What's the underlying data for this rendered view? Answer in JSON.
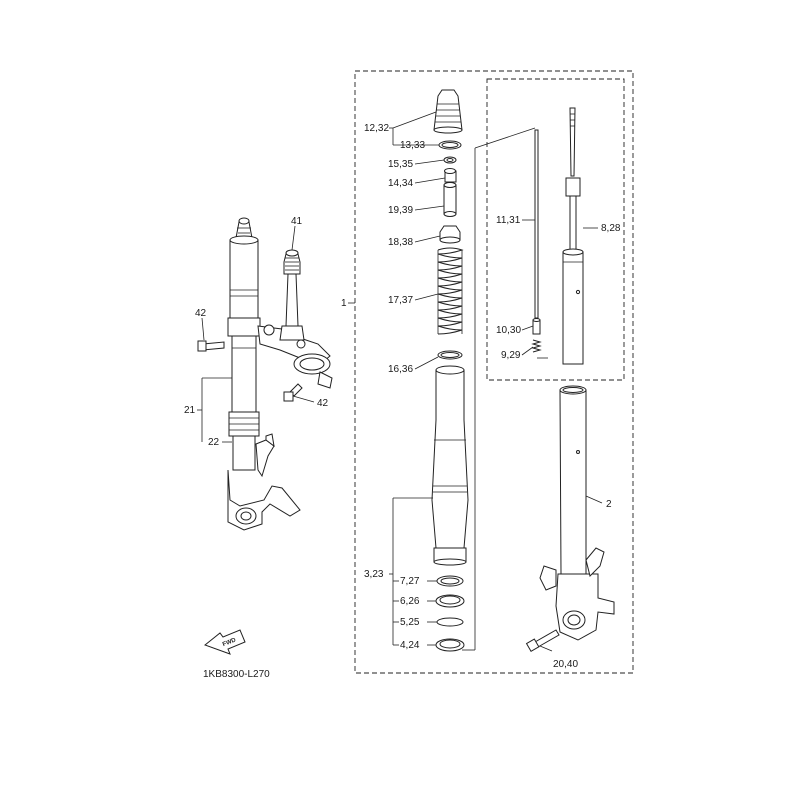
{
  "diagram": {
    "code": "1KB8300-L270",
    "fwd_label": "FWD",
    "callouts": {
      "p12_32": "12,32",
      "p13_33": "13,33",
      "p15_35": "15,35",
      "p14_34": "14,34",
      "p19_39": "19,39",
      "p18_38": "18,38",
      "p17_37": "17,37",
      "p16_36": "16,36",
      "p1": "1",
      "p11_31": "11,31",
      "p8_28": "8,28",
      "p10_30": "10,30",
      "p9_29": "9,29",
      "p2": "2",
      "p3_23": "3,23",
      "p7_27": "7,27",
      "p6_26": "6,26",
      "p5_25": "5,25",
      "p4_24": "4,24",
      "p20_40": "20,40",
      "p41": "41",
      "p42_top": "42",
      "p42_right": "42",
      "p21": "21",
      "p22": "22"
    }
  }
}
